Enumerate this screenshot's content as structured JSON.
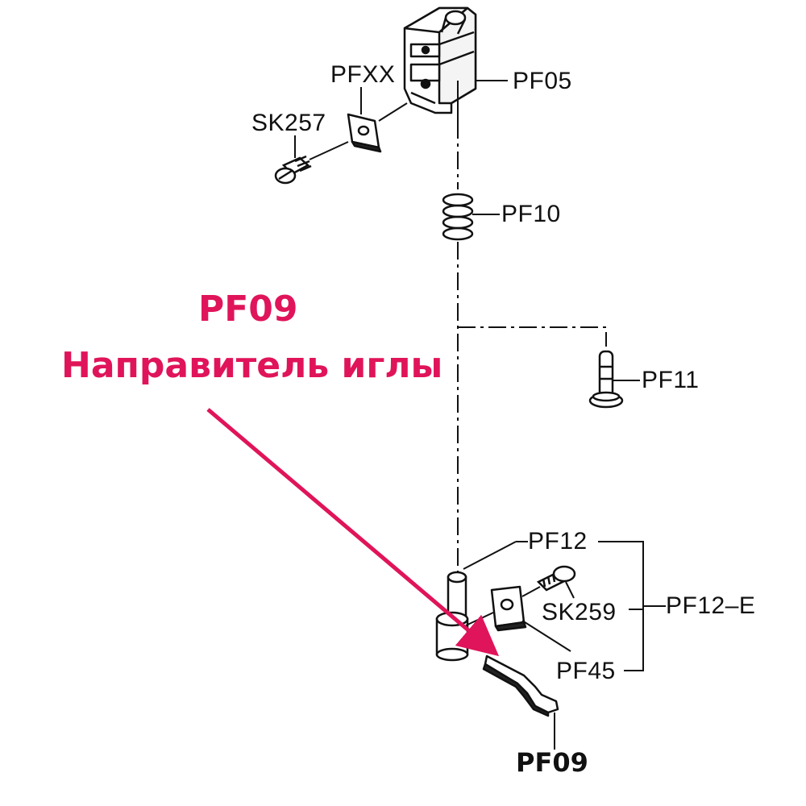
{
  "diagram": {
    "callout": {
      "code": "PF09",
      "name": "Направитель иглы",
      "color": "#e0145a"
    },
    "labels": {
      "pf05": "PF05",
      "pfxx": "PFXX",
      "sk257": "SK257",
      "pf10": "PF10",
      "pf11": "PF11",
      "pf12": "PF12",
      "sk259": "SK259",
      "pf12e": "PF12–E",
      "pf45": "PF45",
      "pf09": "PF09"
    }
  }
}
